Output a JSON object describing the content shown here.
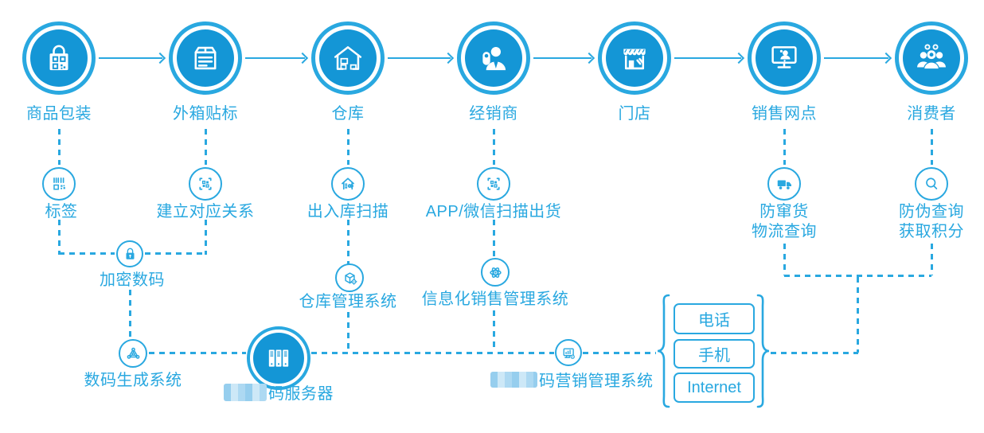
{
  "colors": {
    "accent": "#29A8E0",
    "node_fill": "#1496D6",
    "icon_color": "#FFFFFF"
  },
  "flow": {
    "main_nodes": [
      {
        "label": "商品包装",
        "icon": "package-bag-qr-icon"
      },
      {
        "label": "外箱贴标",
        "icon": "carton-label-icon"
      },
      {
        "label": "仓库",
        "icon": "warehouse-icon"
      },
      {
        "label": "经销商",
        "icon": "dealer-person-icon"
      },
      {
        "label": "门店",
        "icon": "storefront-icon"
      },
      {
        "label": "销售网点",
        "icon": "sales-terminal-icon"
      },
      {
        "label": "消费者",
        "icon": "consumers-group-icon"
      }
    ],
    "sub_nodes": [
      {
        "label": "标签",
        "icon": "barcode-label-icon"
      },
      {
        "label": "建立对应关系",
        "icon": "qr-scan-icon"
      },
      {
        "label": "出入库扫描",
        "icon": "warehouse-scan-icon"
      },
      {
        "label": "APP/微信扫描出货",
        "icon": "qr-scan-icon"
      },
      {
        "label_line1": "防窜货",
        "label_line2": "物流查询",
        "icon": "logistics-truck-icon"
      },
      {
        "label_line1": "防伪查询",
        "label_line2": "获取积分",
        "icon": "search-icon"
      }
    ],
    "system_nodes": [
      {
        "label": "加密数码",
        "icon": "lock-icon"
      },
      {
        "label": "仓库管理系统",
        "icon": "cube-gear-icon"
      },
      {
        "label": "信息化销售管理系统",
        "icon": "atom-icon"
      },
      {
        "label": "数码生成系统",
        "icon": "network-nodes-icon"
      },
      {
        "label": "码服务器",
        "redacted_prefix": true,
        "icon": "server-icon"
      },
      {
        "label": "码营销管理系统",
        "redacted_prefix": true,
        "icon": "marketing-monitor-icon"
      }
    ],
    "channel_boxes": [
      {
        "label": "电话"
      },
      {
        "label": "手机"
      },
      {
        "label": "Internet"
      }
    ]
  }
}
